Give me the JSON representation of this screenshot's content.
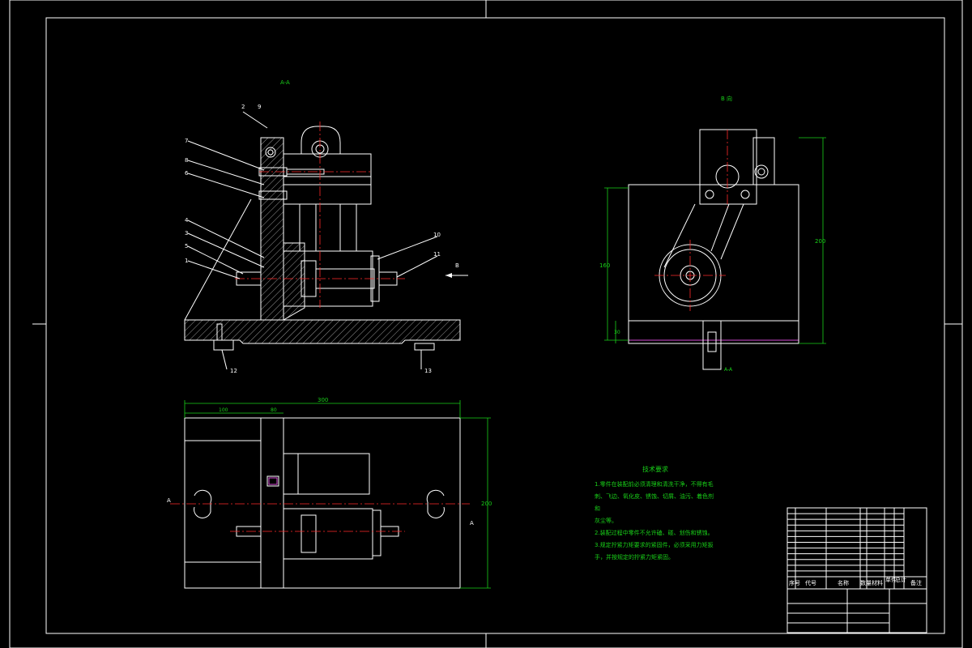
{
  "drawing": {
    "view_section": "A-A",
    "view_direction": "B 向",
    "arrow_label": "B",
    "section_mark": "A",
    "part_labels": [
      "7",
      "8",
      "6",
      "4",
      "3",
      "5",
      "1",
      "10",
      "11",
      "12",
      "13"
    ],
    "part_labels_top": [
      "2",
      "9"
    ],
    "dims": {
      "overall": "300",
      "left": "100",
      "mid": "80",
      "height": "200",
      "h_left": "160",
      "h_right": "200",
      "base": "30",
      "b_bottom": "A-A"
    }
  },
  "tech": {
    "title": "技术要求",
    "lines": [
      "1.零件在装配前必须清理和清洗干净，不得有毛",
      "刺、飞边、氧化皮、锈蚀、切屑、油污、着色剂和",
      "灰尘等。",
      "2.装配过程中零件不允许磕、碰、划伤和锈蚀。",
      "3.规定拧紧力矩要求的紧固件，必须采用力矩扳",
      "手，并按规定的拧紧力矩紧固。"
    ]
  },
  "title_block": {
    "headers": [
      "序号",
      "代号",
      "名称",
      "数量",
      "材料",
      "单件",
      "总计",
      "备注"
    ]
  },
  "colors": {
    "bg": "#000000",
    "line": "#ffffff",
    "dim": "#19d119",
    "center": "#ff2a2a",
    "accent": "#d44ad4"
  }
}
